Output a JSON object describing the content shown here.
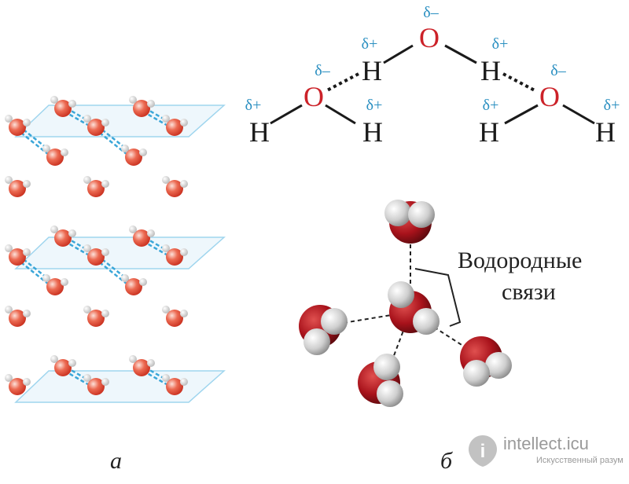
{
  "captions": {
    "panel_a": "а",
    "panel_b": "б"
  },
  "hbond_label": {
    "line1": "Водородные",
    "line2": "связи"
  },
  "structural_formula": {
    "oxygen_symbol": "O",
    "hydrogen_symbol": "H",
    "delta_minus": "δ–",
    "delta_plus": "δ+"
  },
  "watermark": {
    "name": "intellect.icu",
    "tagline": "Искусственный разум"
  },
  "colors": {
    "oxygen_text": "#cc2229",
    "delta_text": "#2a8fc1",
    "bond_line": "#1a1a1a",
    "ice_oxygen": "#e7533c",
    "ice_bond": "#3aa6d8",
    "ice_plane": "#9fd5ee",
    "model_oxygen": "#a8121b",
    "model_hydrogen": "#c7c7c7"
  }
}
